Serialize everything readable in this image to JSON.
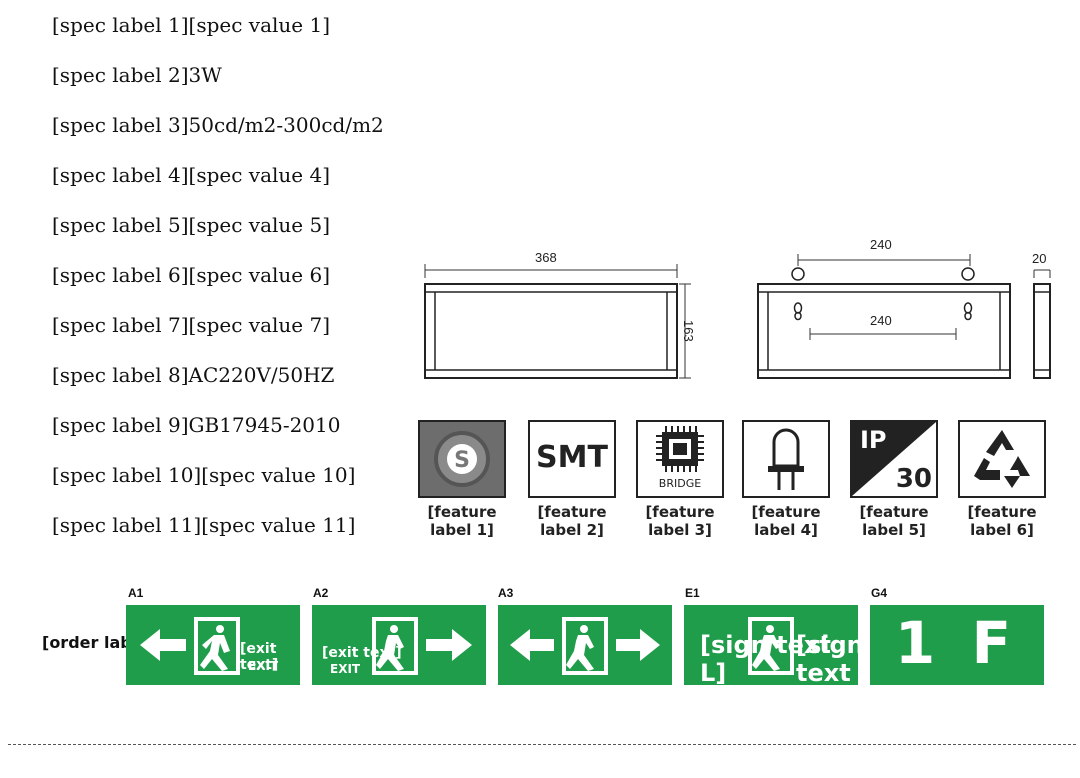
{
  "specs": [
    {
      "label": "[spec label 1]",
      "value": "[spec value 1]"
    },
    {
      "label": "[spec label 2]",
      "value": "3W"
    },
    {
      "label": "[spec label 3]",
      "value": "50cd/m2-300cd/m2"
    },
    {
      "label": "[spec label 4]",
      "value": "[spec value 4]"
    },
    {
      "label": "[spec label 5]",
      "value": "[spec value 5]"
    },
    {
      "label": "[spec label 6]",
      "value": "[spec value 6]"
    },
    {
      "label": "[spec label 7]",
      "value": "[spec value 7]"
    },
    {
      "label": "[spec label 8]",
      "value": "AC220V/50HZ"
    },
    {
      "label": "[spec label 9]",
      "value": "GB17945-2010"
    },
    {
      "label": "[spec label 10]",
      "value": "[spec value 10]"
    },
    {
      "label": "[spec label 11]",
      "value": "[spec value 11]"
    }
  ],
  "dimensions": {
    "front_width": "368",
    "front_height": "163",
    "back_hook_span": "240",
    "back_hole_span": "240",
    "side_depth": "20"
  },
  "features": [
    {
      "icon": "fire-certification-icon",
      "label": "[feature label 1]"
    },
    {
      "icon": "smt-chip-icon",
      "label": "[feature label 2]",
      "text": "SMT"
    },
    {
      "icon": "processor-chip-icon",
      "label": "[feature label 3]",
      "text": "BRIDGE"
    },
    {
      "icon": "led-bulb-icon",
      "label": "[feature label 4]"
    },
    {
      "icon": "ip-rating-icon",
      "label": "[feature label 5]",
      "text1": "IP",
      "text2": "30"
    },
    {
      "icon": "recycle-icon",
      "label": "[feature label 6]"
    }
  ],
  "order": {
    "label": "[order label]",
    "models": [
      {
        "code": "A1",
        "cn": "[exit text]",
        "en": "EXIT"
      },
      {
        "code": "A2",
        "cn": "[exit text]",
        "en": "EXIT"
      },
      {
        "code": "A3",
        "cn": "",
        "en": ""
      },
      {
        "code": "E1",
        "cn_left": "[sign text L]",
        "cn_right": "[sign text R]"
      },
      {
        "code": "G4",
        "text": "1 F"
      }
    ]
  },
  "colors": {
    "sign_green": "#1f9d4b"
  }
}
